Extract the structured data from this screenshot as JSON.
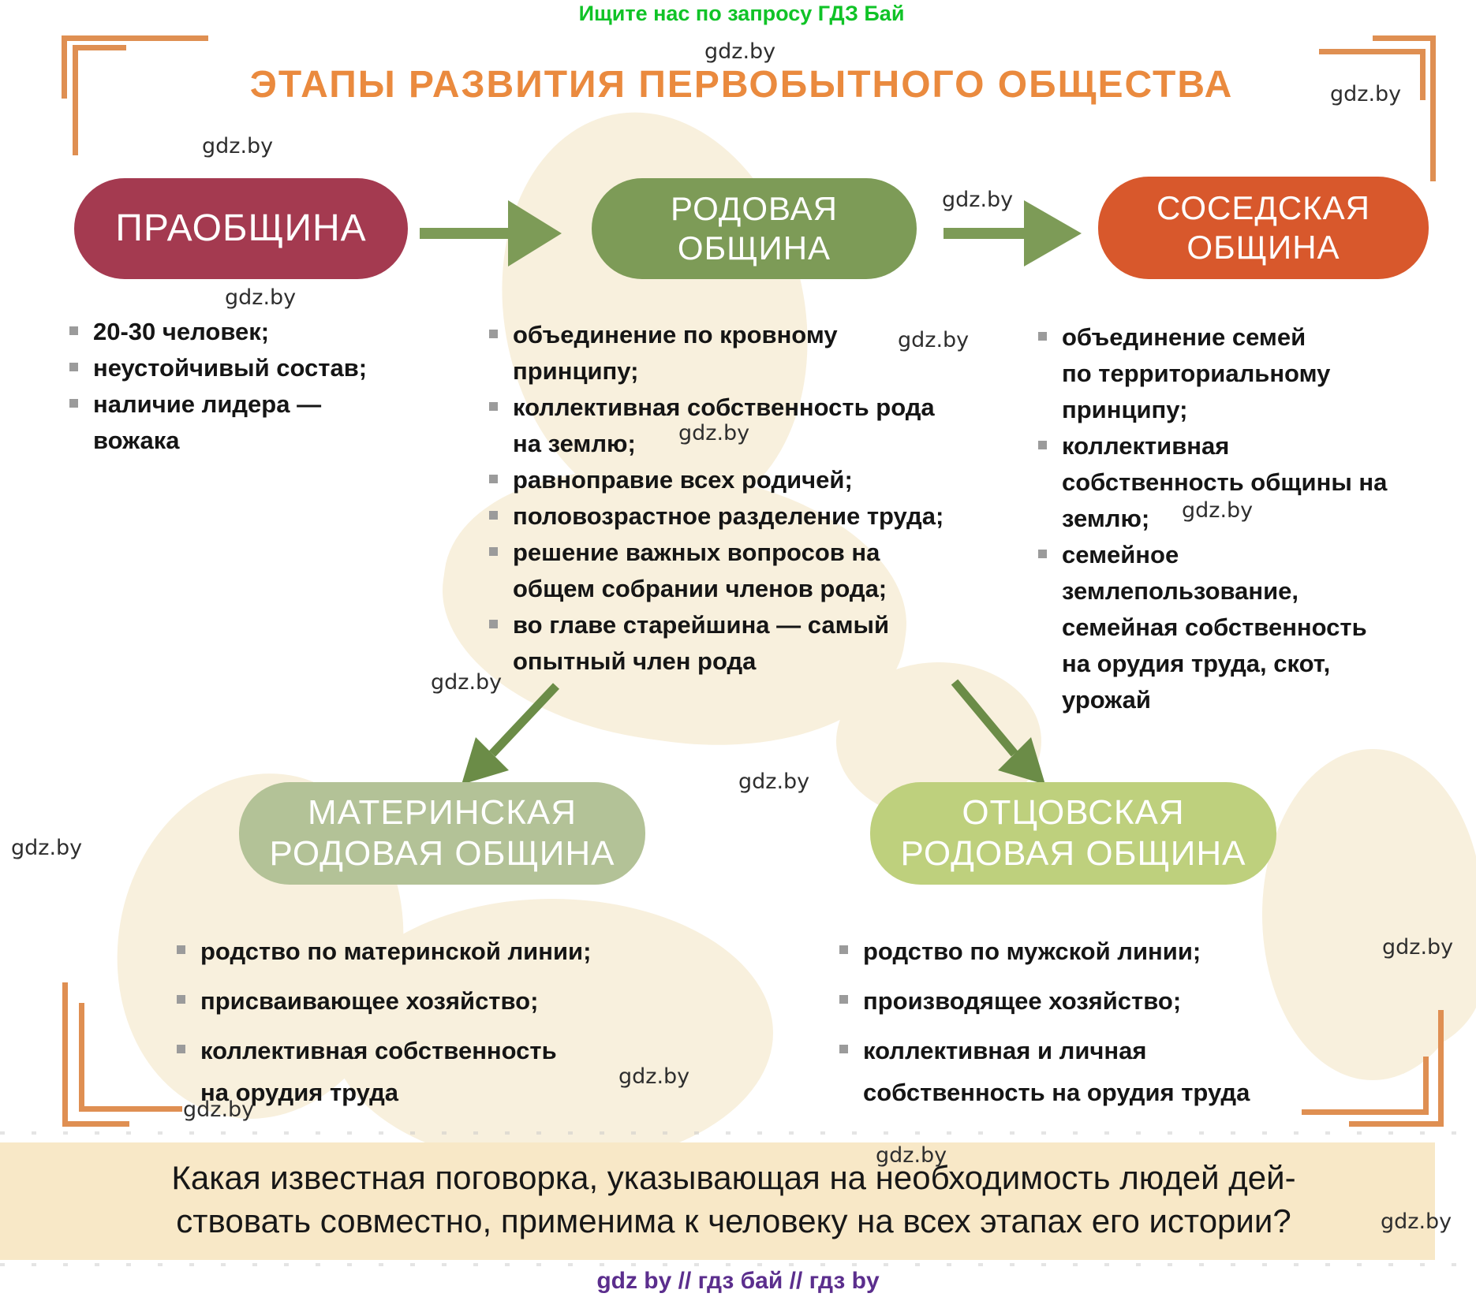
{
  "page": {
    "promo_text": "Ищите нас по запросу ГДЗ Бай",
    "title": "ЭТАПЫ РАЗВИТИЯ ПЕРВОБЫТНОГО ОБЩЕСТВА",
    "watermark": "gdz.by",
    "footer": "gdz by  //  гдз бай  //  гдз by",
    "question": {
      "line1": "Какая известная поговорка, указывающая на необходимость людей дей-",
      "line2": "ствовать совместно, применима к человеку на всех этапах его истории?"
    }
  },
  "colors": {
    "title_orange": "#ea8a3e",
    "bracket_orange": "#df8f52",
    "promo_green": "#10c327",
    "footer_purple": "#5b2e8d",
    "stage_praobshchina": "#a43a50",
    "stage_rodovaya": "#7d9b57",
    "stage_sosedskaya": "#d8582c",
    "stage_materinskaya": "#b3c297",
    "stage_otsovskaya": "#bed07d",
    "arrow_green": "#7d9b57",
    "arrow_diagonal_green": "#6b8c47",
    "question_bg": "#f8e8c7"
  },
  "stages": {
    "praobshchina": {
      "label": "ПРАОБЩИНА",
      "items": [
        [
          "20-30 человек;"
        ],
        [
          "неустойчивый состав;"
        ],
        [
          "наличие лидера —",
          "вожака"
        ]
      ]
    },
    "rodovaya": {
      "label_line1": "РОДОВАЯ",
      "label_line2": "ОБЩИНА",
      "items": [
        [
          "объединение по кровному",
          "принципу;"
        ],
        [
          "коллективная собственность рода",
          "на землю;"
        ],
        [
          "равноправие всех родичей;"
        ],
        [
          "половозрастное разделение труда;"
        ],
        [
          "решение важных вопросов на",
          "общем собрании членов рода;"
        ],
        [
          "во главе старейшина — самый",
          "опытный член рода"
        ]
      ]
    },
    "sosedskaya": {
      "label_line1": "СОСЕДСКАЯ",
      "label_line2": "ОБЩИНА",
      "items": [
        [
          "объединение семей",
          "по территориальному",
          "принципу;"
        ],
        [
          "коллективная",
          "собственность общины на",
          "землю;"
        ],
        [
          "семейное",
          "землепользование,",
          "семейная собственность",
          "на орудия труда, скот,",
          "урожай"
        ]
      ]
    },
    "materinskaya": {
      "label_line1": "МАТЕРИНСКАЯ",
      "label_line2": "РОДОВАЯ ОБЩИНА",
      "items": [
        [
          "родство по материнской линии;"
        ],
        [
          "присваивающее хозяйство;"
        ],
        [
          "коллективная собственность",
          "на орудия труда"
        ]
      ]
    },
    "otsovskaya": {
      "label_line1": "ОТЦОВСКАЯ",
      "label_line2": "РОДОВАЯ ОБЩИНА",
      "items": [
        [
          "родство по мужской линии;"
        ],
        [
          "производящее хозяйство;"
        ],
        [
          "коллективная и личная",
          "собственность на орудия труда"
        ]
      ]
    }
  }
}
